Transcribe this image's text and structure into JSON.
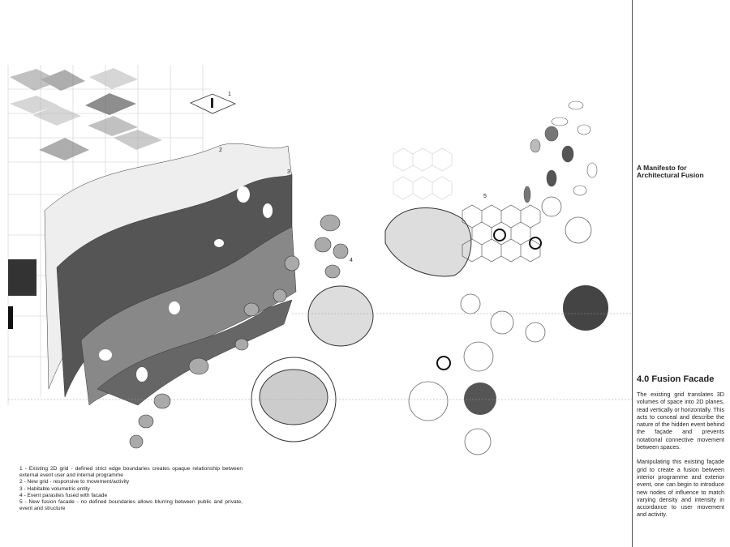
{
  "title": {
    "line1": "A Manifesto for",
    "line2": "Architectural Fusion"
  },
  "section": {
    "heading": "4.0 Fusion Facade",
    "paragraphs": [
      "The existing grid translates 3D volumes of space into 2D planes, read vertically or horizontally. This acts to conceal and describe the nature of the hidden event behind the façade and prevents notational connective movement between spaces.",
      "Manipulating this existing façade grid to create a fusion between interior programme and exterior event, one can begin to introduce new nodes of influence to match varying density and intensity in accordance to user movement and activity."
    ]
  },
  "legend": [
    "1 - Existing 2D grid  - defined strict edge boundaries creates opaque relationship between external event user and internal programme",
    "2 - New grid - responsive to movement/activity",
    "3 - Habitable volumetric entity",
    "4 - Event parasites fused with facade",
    "5 - New fusion facade - no defined boundaries allows blurring between public and private, event and structure"
  ],
  "labels": [
    "1",
    "2",
    "3",
    "4",
    "5"
  ]
}
